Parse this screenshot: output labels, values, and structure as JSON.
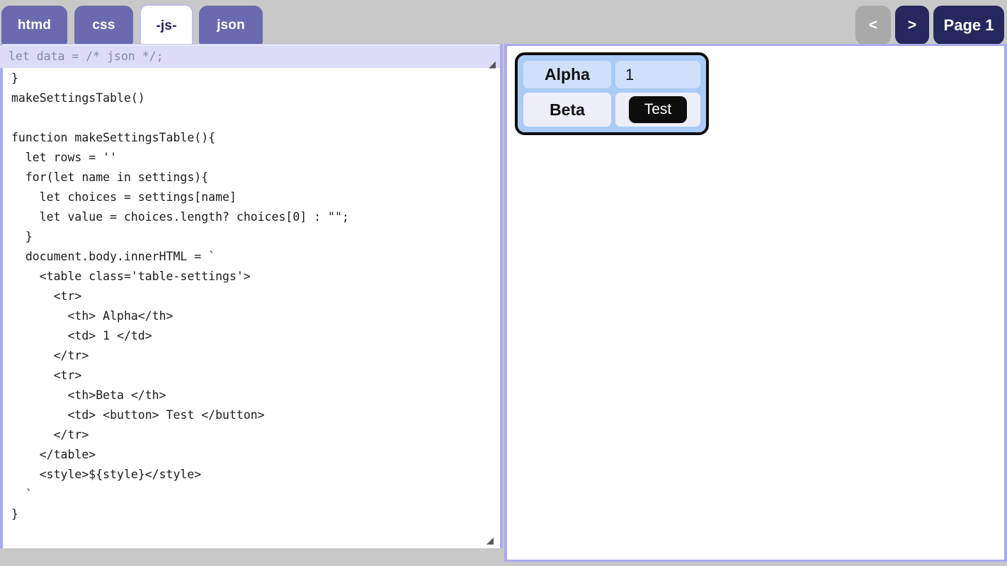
{
  "tabs": [
    {
      "id": "htmd",
      "label": "htmd",
      "active": false
    },
    {
      "id": "css",
      "label": "css",
      "active": false
    },
    {
      "id": "js",
      "label": "-js-",
      "active": true
    },
    {
      "id": "json",
      "label": "json",
      "active": false
    }
  ],
  "nav": {
    "prev_label": "<",
    "next_label": ">",
    "page_label": "Page 1",
    "prev_disabled_color": "#a9a9a9",
    "accent_color": "#26275c"
  },
  "editor": {
    "active_language": "-js-",
    "code": "  'beta' : words('a b c d e')\n}\nmakeSettingsTable()\n\nfunction makeSettingsTable(){\n  let rows = ''\n  for(let name in settings){\n    let choices = settings[name]\n    let value = choices.length? choices[0] : \"\";\n  }\n  document.body.innerHTML = `\n    <table class='table-settings'>\n      <tr>\n        <th> Alpha</th>\n        <td> 1 </td>\n      </tr>\n      <tr>\n        <th>Beta </th>\n        <td> <button> Test </button>\n      </tr>\n    </table>\n    <style>${style}</style>\n  `\n}",
    "resize_glyph": "◢"
  },
  "json_overlay": {
    "value": "let data = /* json */;",
    "placeholder": "let data = /* json */;",
    "resize_glyph": "◢",
    "background": "#dcdcf8",
    "text_color": "#8686a6"
  },
  "preview": {
    "table": {
      "border_color": "#0d0d0d",
      "background": "#a9cbf5",
      "rows": [
        {
          "header": "Alpha",
          "value": "1",
          "type": "text",
          "cell_bg": "#cfe0fb"
        },
        {
          "header": "Beta",
          "value": "Test",
          "type": "button",
          "cell_bg": "#eeeefb"
        }
      ]
    }
  },
  "theme": {
    "page_background": "#c8c8c8",
    "tab_color": "#6a6ab0",
    "pane_border": "#aaaaee"
  }
}
